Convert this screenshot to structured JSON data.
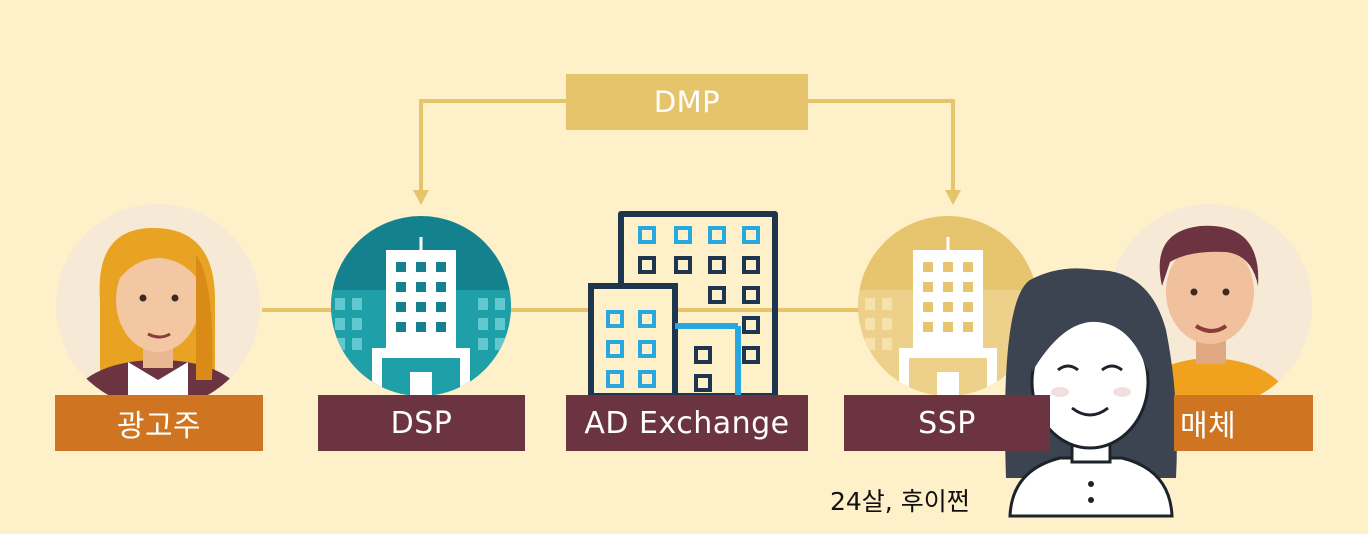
{
  "colors": {
    "background": "#fef0c9",
    "connector": "#e6c46b",
    "dmp_box": "#e6c46b",
    "advertiser_box": "#cf7521",
    "platform_box": "#6b3440",
    "dsp_circle": "#14818e",
    "ssp_circle": "#e7c46e",
    "exchange_outline": "#1e3550",
    "exchange_window": "#29a8e0"
  },
  "nodes": {
    "dmp": {
      "label": "DMP"
    },
    "advertiser": {
      "label": "광고주",
      "icon": "woman-avatar-icon"
    },
    "dsp": {
      "label": "DSP",
      "icon": "building-icon"
    },
    "ad_exchange": {
      "label": "AD Exchange",
      "icon": "office-buildings-icon"
    },
    "ssp": {
      "label": "SSP",
      "icon": "building-icon"
    },
    "media": {
      "label": "매체",
      "icon": "man-avatar-icon"
    }
  },
  "annotation": {
    "caption": "24살, 후이쩐",
    "icon": "young-woman-avatar-icon"
  }
}
